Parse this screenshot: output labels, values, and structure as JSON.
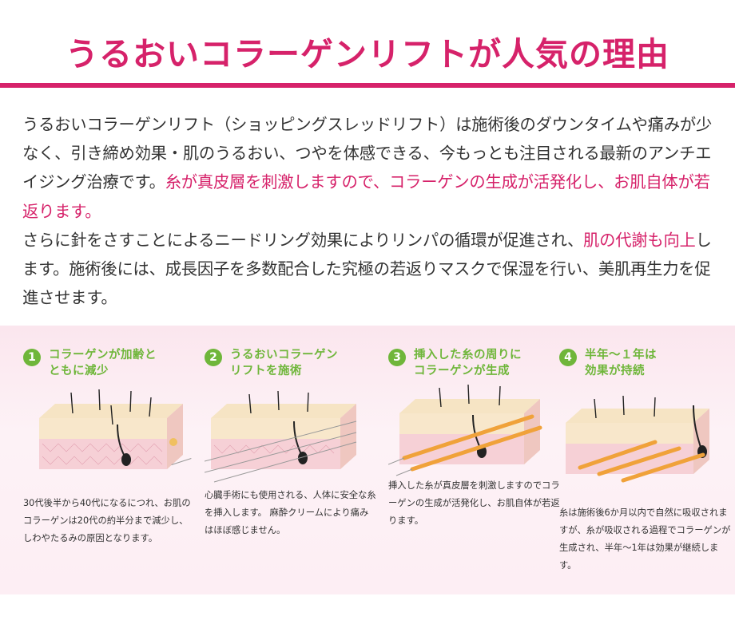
{
  "title": "うるおいコラーゲンリフトが人気の理由",
  "body": {
    "p1_normal": "うるおいコラーゲンリフト（ショッピングスレッドリフト）は施術後のダウンタイムや痛みが少なく、引き締め効果・肌のうるおい、つやを体感できる、今もっとも注目される最新のアンチエイジング治療です。",
    "p1_highlight": "糸が真皮層を刺激しますので、コラーゲンの生成が活発化し、お肌自体が若返ります。",
    "p2_normal_a": "さらに針をさすことによるニードリング効果によりリンパの循環が促進され、",
    "p2_highlight": "肌の代謝も向上",
    "p2_normal_b": "します。施術後には、成長因子を多数配合した究極の若返りマスクで保湿を行い、美肌再生力を促進させます。"
  },
  "colors": {
    "accent": "#d6226a",
    "step_green": "#6fb63a",
    "panel_bg": "#fdeef4"
  },
  "steps": [
    {
      "num": "1",
      "title": "コラーゲンが加齢と\nともに減少",
      "text": "30代後半から40代になるにつれ、お肌のコラーゲンは20代の約半分まで減少し、しわやたるみの原因となります。"
    },
    {
      "num": "2",
      "title": "うるおいコラーゲン\nリフトを施術",
      "text": "心臓手術にも使用される、人体に安全な糸を挿入します。 麻酔クリームにより痛みはほぼ感じません。"
    },
    {
      "num": "3",
      "title": "挿入した糸の周りに\nコラーゲンが生成",
      "text": "挿入した糸が真皮層を刺激しますのでコラーゲンの生成が活発化し、お肌自体が若返ります。"
    },
    {
      "num": "4",
      "title": "半年〜１年は\n効果が持続",
      "text": "糸は施術後6か月以内で自然に吸収されますが、糸が吸収される過程でコラーゲンが生成され、半年〜1年は効果が継続します。"
    }
  ]
}
